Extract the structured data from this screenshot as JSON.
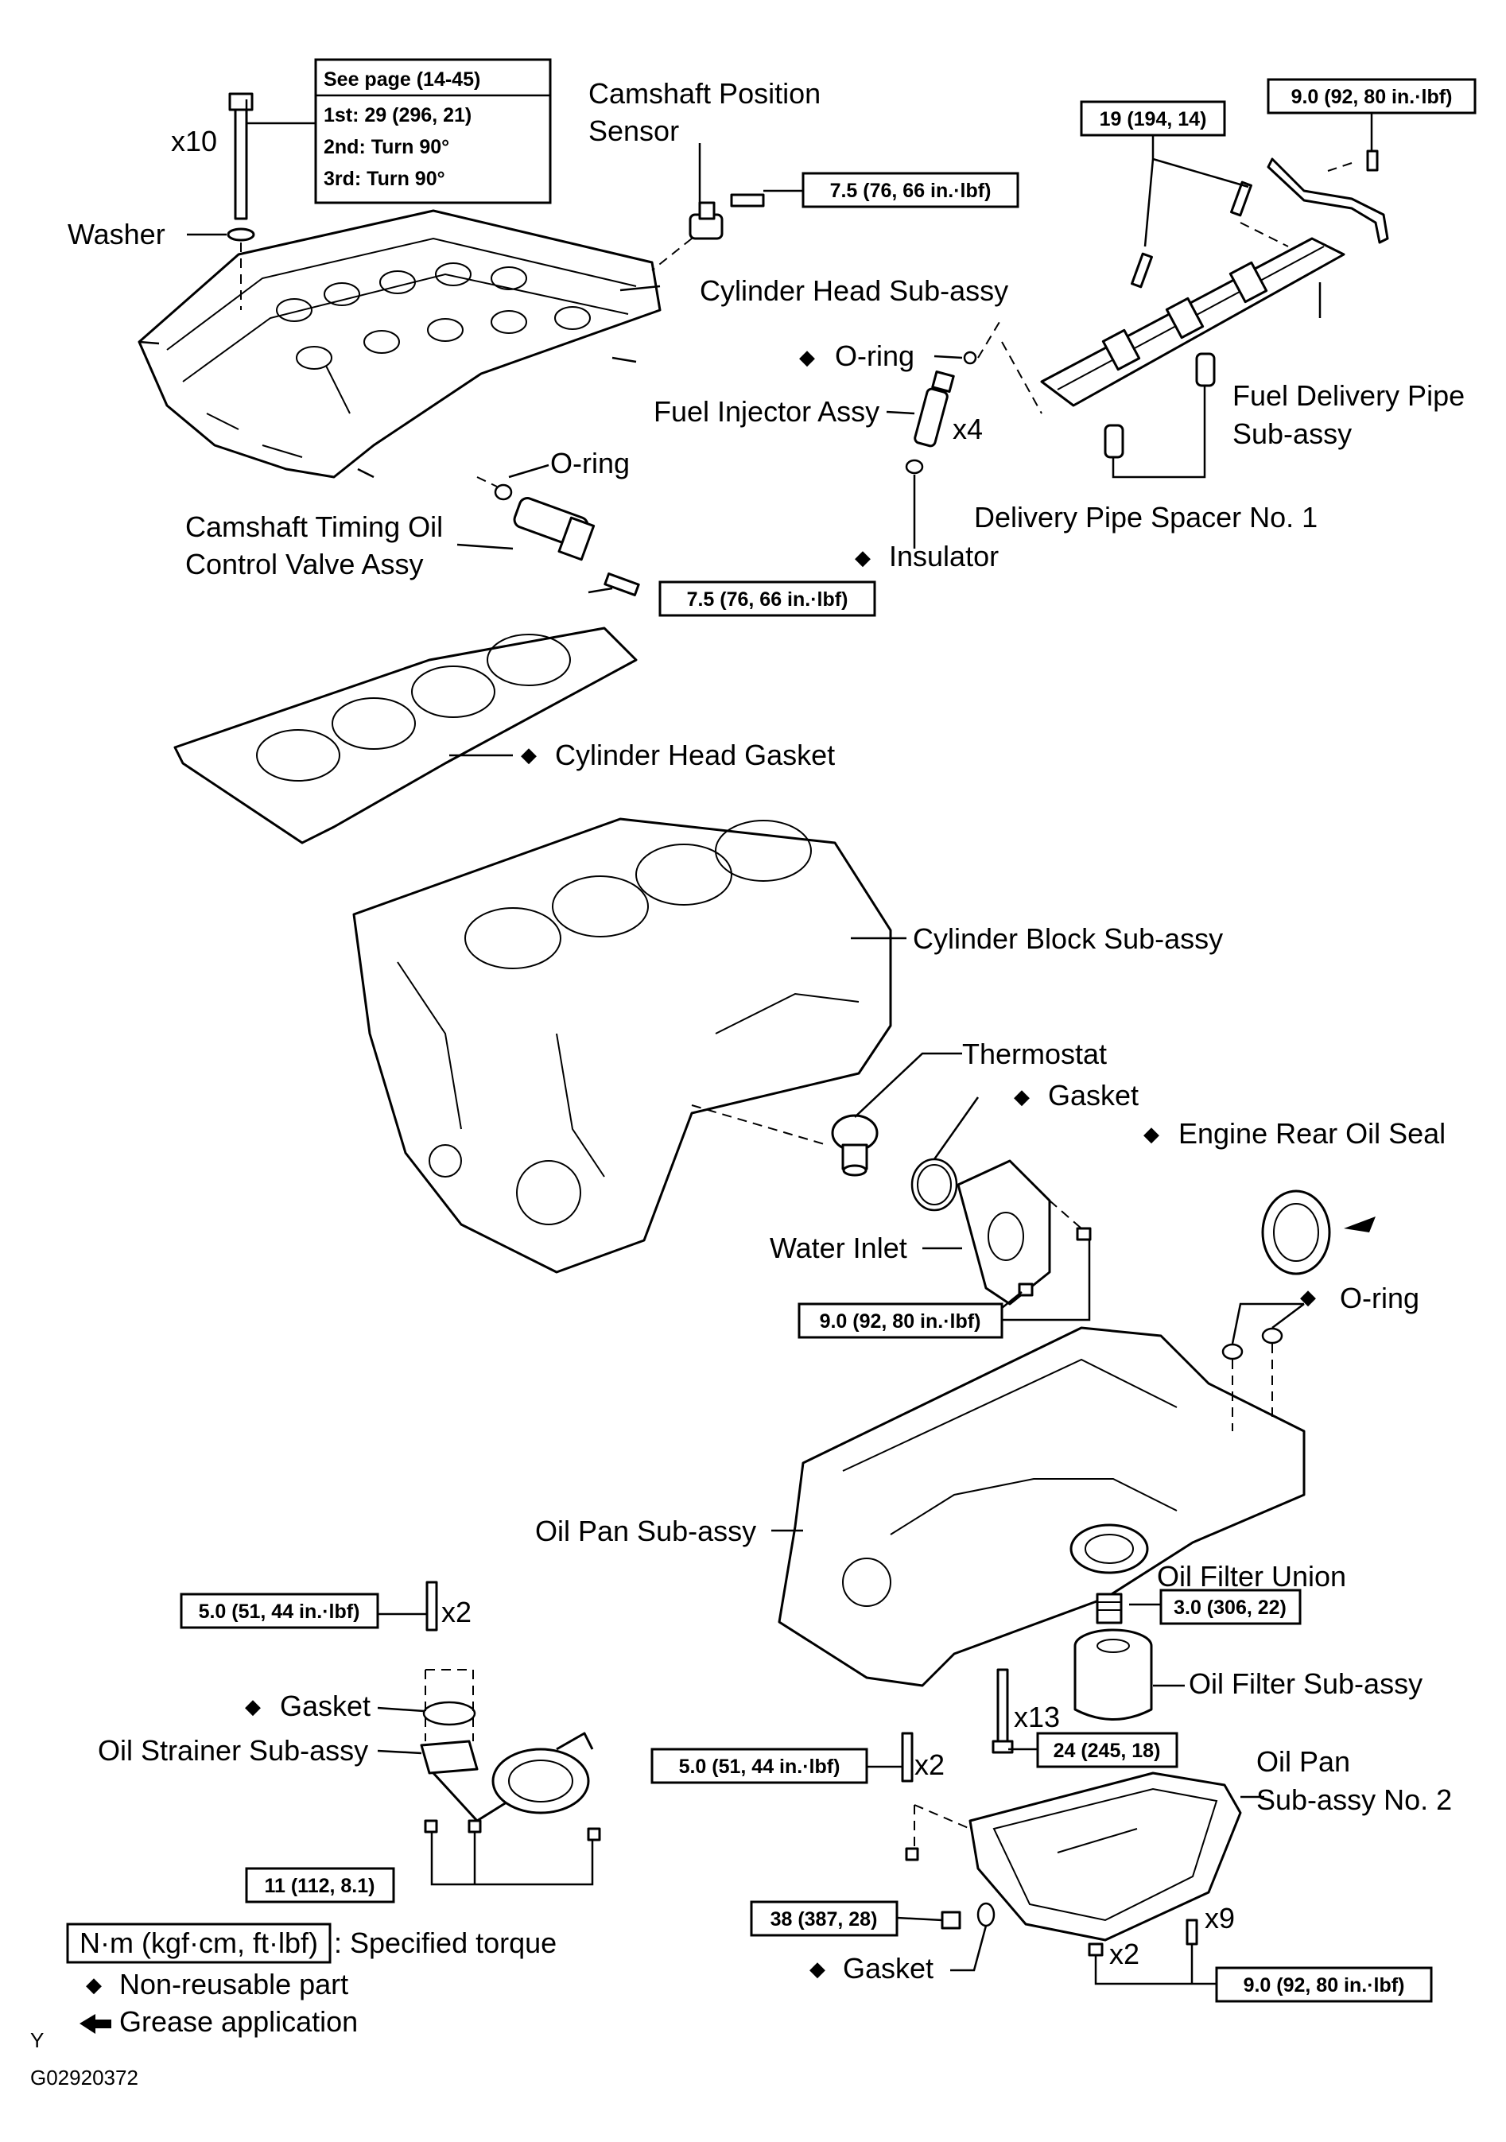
{
  "labels": {
    "washer": "Washer",
    "x10": "x10",
    "cam_sensor_l1": "Camshaft Position",
    "cam_sensor_l2": "Sensor",
    "cyl_head": "Cylinder Head Sub-assy",
    "oring_1": "O-ring",
    "fuel_injector": "Fuel Injector Assy",
    "x4": "x4",
    "fuel_pipe_l1": "Fuel Delivery Pipe",
    "fuel_pipe_l2": "Sub-assy",
    "oring_2": "O-ring",
    "ocv_l1": "Camshaft Timing Oil",
    "ocv_l2": "Control Valve Assy",
    "delivery_spacer": "Delivery Pipe Spacer No. 1",
    "insulator": "Insulator",
    "head_gasket": "Cylinder Head Gasket",
    "cyl_block": "Cylinder Block Sub-assy",
    "thermostat": "Thermostat",
    "gasket_1": "Gasket",
    "rear_oil_seal": "Engine Rear Oil Seal",
    "water_inlet": "Water Inlet",
    "oring_3": "O-ring",
    "oil_pan": "Oil Pan Sub-assy",
    "oil_filter_union": "Oil Filter Union",
    "x2_a": "x2",
    "gasket_2": "Gasket",
    "oil_filter": "Oil Filter Sub-assy",
    "oil_strainer": "Oil Strainer  Sub-assy",
    "x13": "x13",
    "x2_b": "x2",
    "oil_pan2_l1": "Oil Pan",
    "oil_pan2_l2": "Sub-assy No. 2",
    "x9": "x9",
    "gasket_3": "Gasket",
    "x2_c": "x2"
  },
  "torque": {
    "head_bolt_l1": "See page (14-45)",
    "head_bolt_l2": "1st: 29 (296, 21)",
    "head_bolt_l3": "2nd: Turn 90°",
    "head_bolt_l4": "3rd: Turn 90°",
    "cam_sensor": "7.5 (76, 66 in.·lbf)",
    "fuel_pipe_bolt": "19 (194, 14)",
    "fuel_pipe_bracket": "9.0 (92, 80 in.·lbf)",
    "ocv": "7.5 (76, 66 in.·lbf)",
    "water_inlet": "9.0 (92, 80 in.·lbf)",
    "stud_strainer": "5.0 (51, 44 in.·lbf)",
    "filter_union": "3.0 (306, 22)",
    "pan_bolts": "24 (245, 18)",
    "stud_pan": "5.0 (51, 44 in.·lbf)",
    "strainer_nuts": "11 (112, 8.1)",
    "drain_plug": "38 (387, 28)",
    "pan2_bolts": "9.0 (92, 80 in.·lbf)"
  },
  "legend": {
    "unit_box": "N·m (kgf·cm, ft·lbf)",
    "unit_desc": ": Specified torque",
    "non_reusable": "Non-reusable part",
    "grease": "Grease application"
  },
  "footer": {
    "y_mark": "Y",
    "figure_id": "G02920372"
  },
  "symbols": {
    "non_reusable": "◆",
    "grease": "←"
  }
}
